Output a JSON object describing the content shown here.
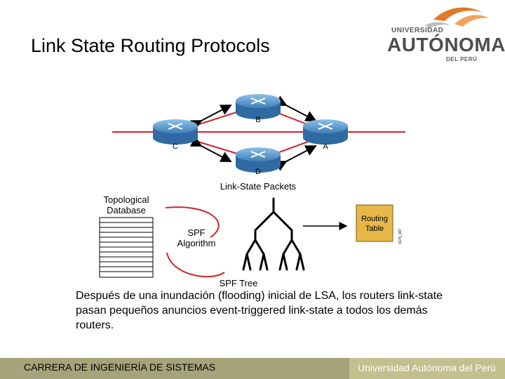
{
  "slide": {
    "title": "Link State Routing Protocols",
    "caption": "Después de una inundación (flooding) inicial de LSA, los routers link-state pasan pequeños anuncios event-triggered link-state a todos los demás routers."
  },
  "logo": {
    "line1": "UNIVERSIDAD",
    "line2": "AUTÓNOMA",
    "line3": "DEL PERÚ"
  },
  "diagram": {
    "routers": [
      {
        "label": "B"
      },
      {
        "label": "C"
      },
      {
        "label": "A"
      },
      {
        "label": "D"
      }
    ],
    "lsp_label": "Link-State Packets",
    "topo_db_label_1": "Topological",
    "topo_db_label_2": "Database",
    "spf_label_1": "SPF",
    "spf_label_2": "Algorithm",
    "spf_tree_label": "SPF Tree",
    "routing_table_label_1": "Routing",
    "routing_table_label_2": "Table",
    "figure_code": "3179_007"
  },
  "footer": {
    "left": "CARRERA DE INGENIERÍA DE SISTEMAS",
    "right": "Universidad Autónoma del Perú"
  },
  "colors": {
    "link_red": "#d2232a",
    "router_blue": "#3f7fb8",
    "routing_table": "#e6b84a",
    "footer_dark": "#a6a37a",
    "footer_light": "#c3bf8e",
    "logo_orange": "#e07a2a"
  }
}
